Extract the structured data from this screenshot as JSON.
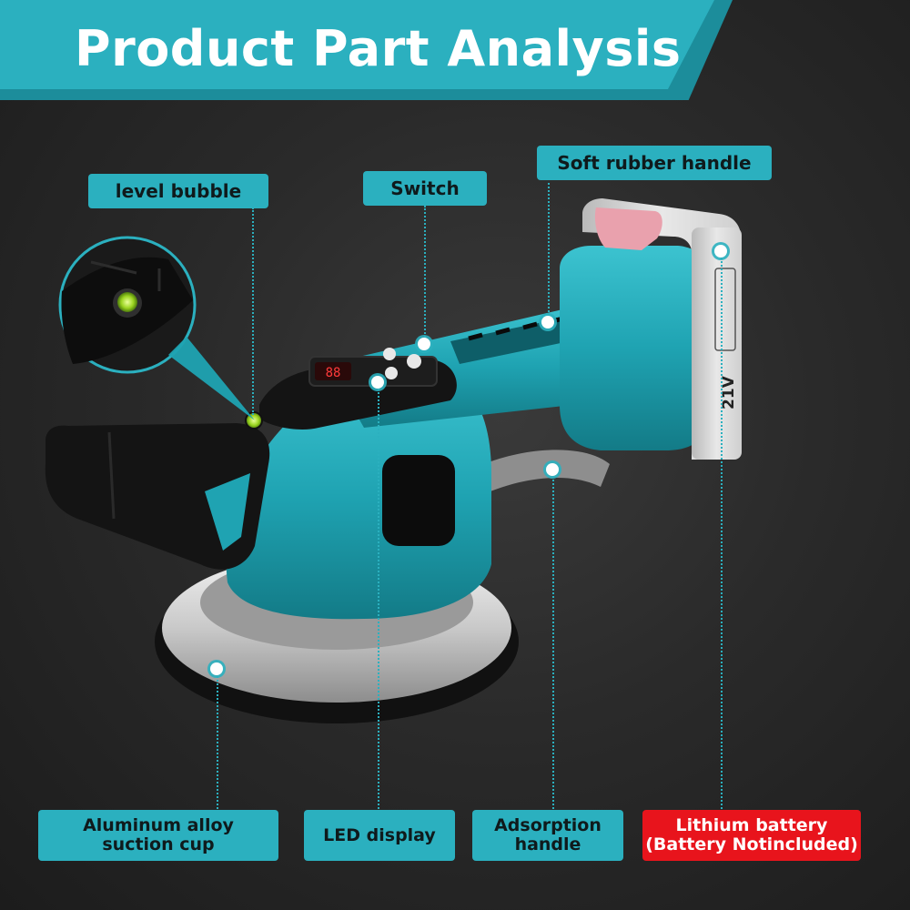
{
  "header": {
    "title": "Product Part Analysis"
  },
  "labels": {
    "level_bubble": "level bubble",
    "switch": "Switch",
    "soft_rubber_handle": "Soft rubber handle",
    "aluminum_line1": "Aluminum alloy",
    "aluminum_line2": "suction cup",
    "led_display": "LED display",
    "adsorption_line1": "Adsorption",
    "adsorption_line2": "handle",
    "battery_line1": "Lithium battery",
    "battery_line2": "(Battery Notincluded)"
  },
  "battery_marking": "21V",
  "display_reading": "88",
  "colors": {
    "accent": "#2bb0bf",
    "accent_dark": "#1c8d9b",
    "warning": "#e8141c",
    "background": "#2a2a2a"
  }
}
